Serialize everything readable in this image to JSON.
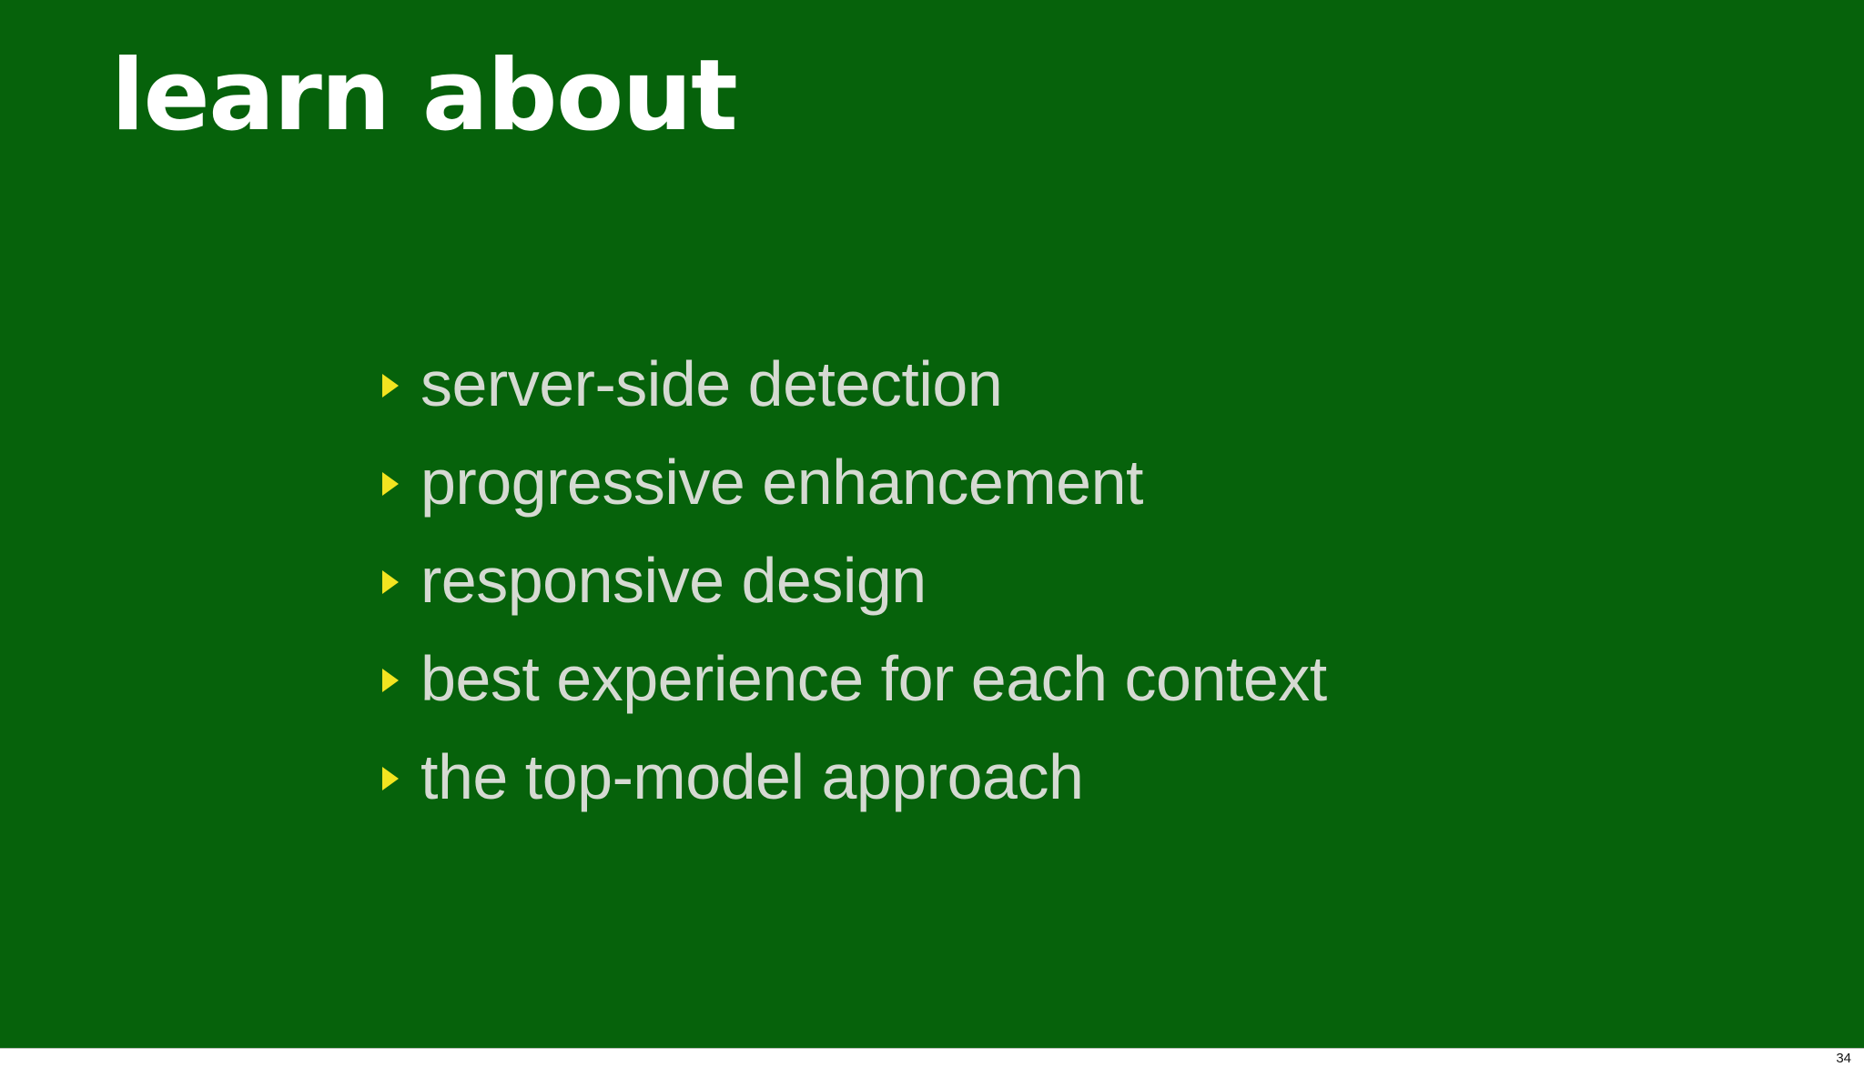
{
  "slide": {
    "title": "learn about",
    "background_color": "#06620b",
    "title_color": "#ffffff",
    "bullet_text_color": "#d5dad2",
    "bullet_marker_color": "#f2e420",
    "bullets": [
      {
        "marker": "triangle-right-icon",
        "label": "server-side detection"
      },
      {
        "marker": "triangle-right-icon",
        "label": "progressive enhancement"
      },
      {
        "marker": "triangle-right-icon",
        "label": "responsive design"
      },
      {
        "marker": "triangle-right-icon",
        "label": "best experience for each context"
      },
      {
        "marker": "triangle-right-icon",
        "label": "the top-model approach"
      }
    ]
  },
  "footer": {
    "page_number": "34",
    "text_color": "#141414",
    "background_color": "#ffffff"
  }
}
